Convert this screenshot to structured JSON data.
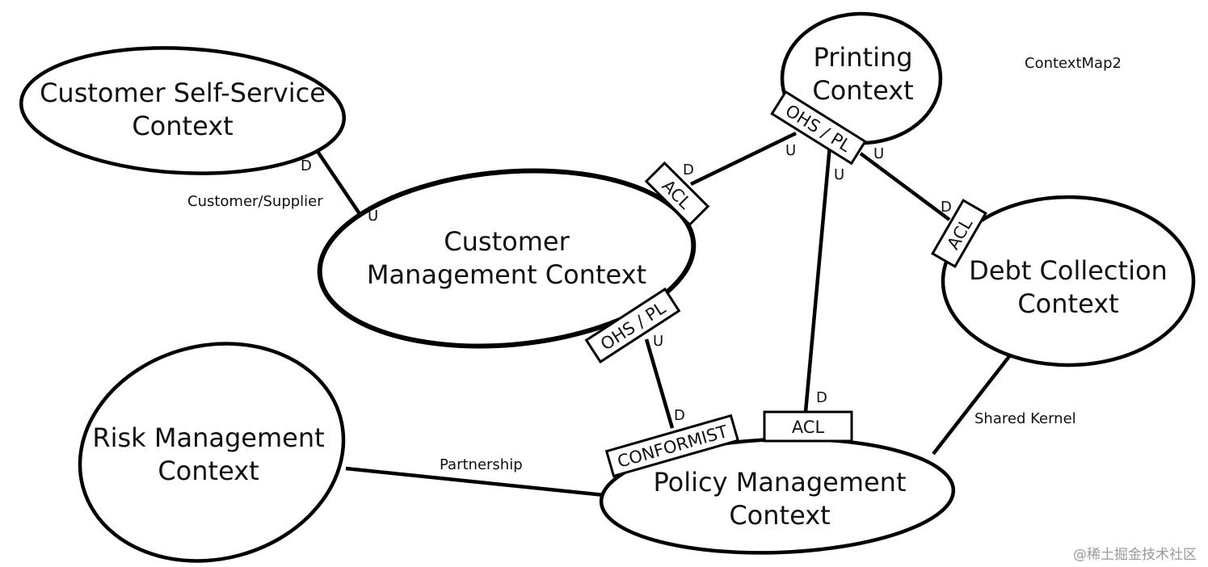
{
  "title": "ContextMap2",
  "contexts": {
    "customer_self_service": [
      "Customer Self-Service",
      "Context"
    ],
    "customer_management": [
      "Customer",
      "Management Context"
    ],
    "printing": [
      "Printing",
      "Context"
    ],
    "debt_collection": [
      "Debt Collection",
      "Context"
    ],
    "risk_management": [
      "Risk Management",
      "Context"
    ],
    "policy_management": [
      "Policy Management",
      "Context"
    ]
  },
  "relationships": {
    "customer_supplier": "Customer/Supplier",
    "partnership": "Partnership",
    "shared_kernel": "Shared Kernel"
  },
  "patterns": {
    "acl": "ACL",
    "ohs_pl": "OHS / PL",
    "conformist": "CONFORMIST"
  },
  "roles": {
    "upstream": "U",
    "downstream": "D"
  },
  "watermark": "@稀土掘金技术社区"
}
